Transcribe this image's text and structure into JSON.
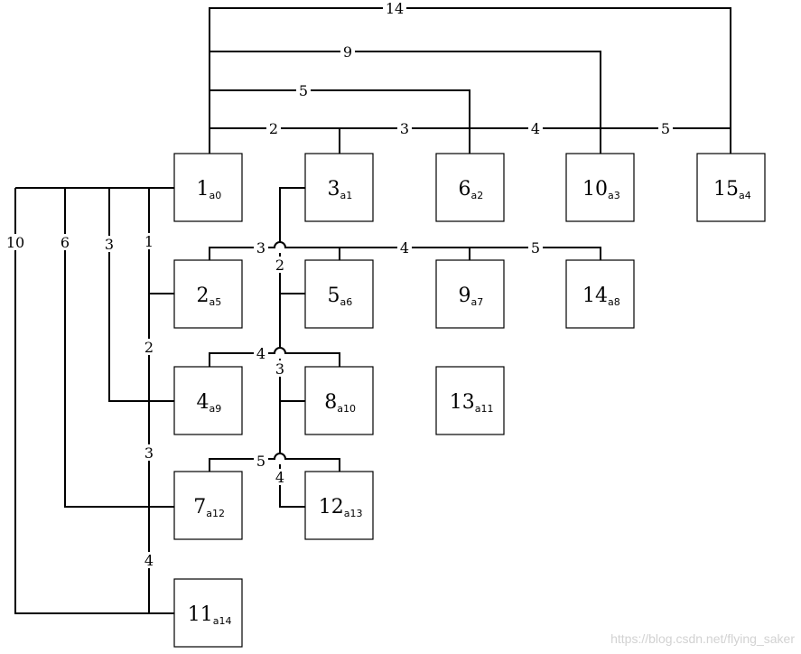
{
  "nodes": [
    {
      "id": "n1",
      "value": "1",
      "sub": "a0"
    },
    {
      "id": "n3",
      "value": "3",
      "sub": "a1"
    },
    {
      "id": "n6",
      "value": "6",
      "sub": "a2"
    },
    {
      "id": "n10",
      "value": "10",
      "sub": "a3"
    },
    {
      "id": "n15",
      "value": "15",
      "sub": "a4"
    },
    {
      "id": "n2",
      "value": "2",
      "sub": "a5"
    },
    {
      "id": "n5",
      "value": "5",
      "sub": "a6"
    },
    {
      "id": "n9",
      "value": "9",
      "sub": "a7"
    },
    {
      "id": "n14",
      "value": "14",
      "sub": "a8"
    },
    {
      "id": "n4",
      "value": "4",
      "sub": "a9"
    },
    {
      "id": "n8",
      "value": "8",
      "sub": "a10"
    },
    {
      "id": "n13",
      "value": "13",
      "sub": "a11"
    },
    {
      "id": "n7",
      "value": "7",
      "sub": "a12"
    },
    {
      "id": "n12",
      "value": "12",
      "sub": "a13"
    },
    {
      "id": "n11",
      "value": "11",
      "sub": "a14"
    }
  ],
  "edge_labels": {
    "top_14": "14",
    "top_9": "9",
    "top_5": "5",
    "top_2": "2",
    "top_3": "3",
    "top_4": "4",
    "top_5b": "5",
    "row2_3": "3",
    "row2_4": "4",
    "row2_5": "5",
    "row3_4": "4",
    "row4_5": "5",
    "mid_2": "2",
    "mid_3": "3",
    "mid_4": "4",
    "left_10": "10",
    "left_6": "6",
    "left_3": "3",
    "left_1": "1",
    "left_2": "2",
    "left_3b": "3",
    "left_4": "4"
  },
  "watermark": "https://blog.csdn.net/flying_saker"
}
